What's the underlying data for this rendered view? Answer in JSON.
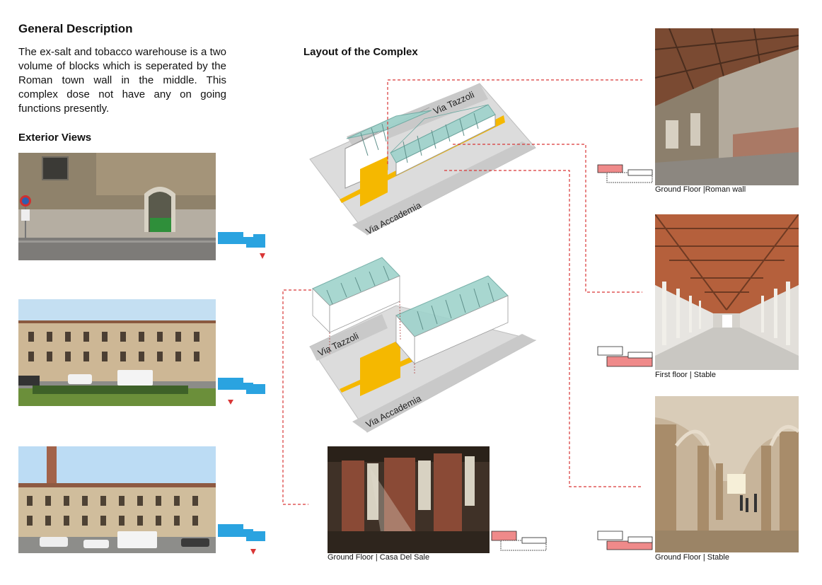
{
  "general": {
    "title": "General Description",
    "text": "The ex-salt and tobacco warehouse is a two volume of blocks which is seperated by the Roman town wall in the middle. This complex dose not have any on going functions presently."
  },
  "exterior": {
    "title": "Exterior Views"
  },
  "layout": {
    "title": "Layout of the Complex",
    "top_diagram": {
      "street_north": "Via Tazzoli",
      "street_south": "Via Accademia"
    },
    "bottom_diagram": {
      "street_north": "Via Tazzoli",
      "street_south": "Via Accademia"
    }
  },
  "interior_photos": [
    {
      "caption": "Ground Floor |Roman wall"
    },
    {
      "caption": "First floor | Stable"
    },
    {
      "caption": "Ground Floor | Stable"
    },
    {
      "caption": "Ground Floor | Casa Del Sale"
    }
  ],
  "colors": {
    "roman_wall": "#f5b800",
    "roof_glass": "#9fd3cc",
    "key_plan_blue": "#2aa3e0",
    "key_plan_red": "#ef8a8a",
    "leader_red": "#d93636"
  }
}
